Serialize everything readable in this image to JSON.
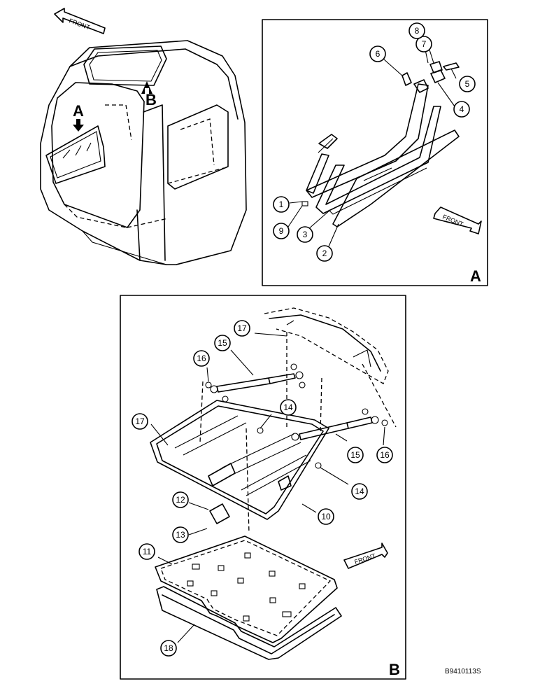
{
  "front_label": "FRONT",
  "detail_a": {
    "letter": "A",
    "callouts": [
      "1",
      "2",
      "3",
      "4",
      "5",
      "6",
      "7",
      "8",
      "9"
    ]
  },
  "detail_b": {
    "letter": "B",
    "callouts": [
      "10",
      "11",
      "12",
      "13",
      "14",
      "14",
      "15",
      "15",
      "16",
      "16",
      "17",
      "17",
      "18"
    ]
  },
  "cab_view": {
    "arrow_a_label": "A",
    "arrow_b_label": "B"
  },
  "figure_code": "B9410113S"
}
